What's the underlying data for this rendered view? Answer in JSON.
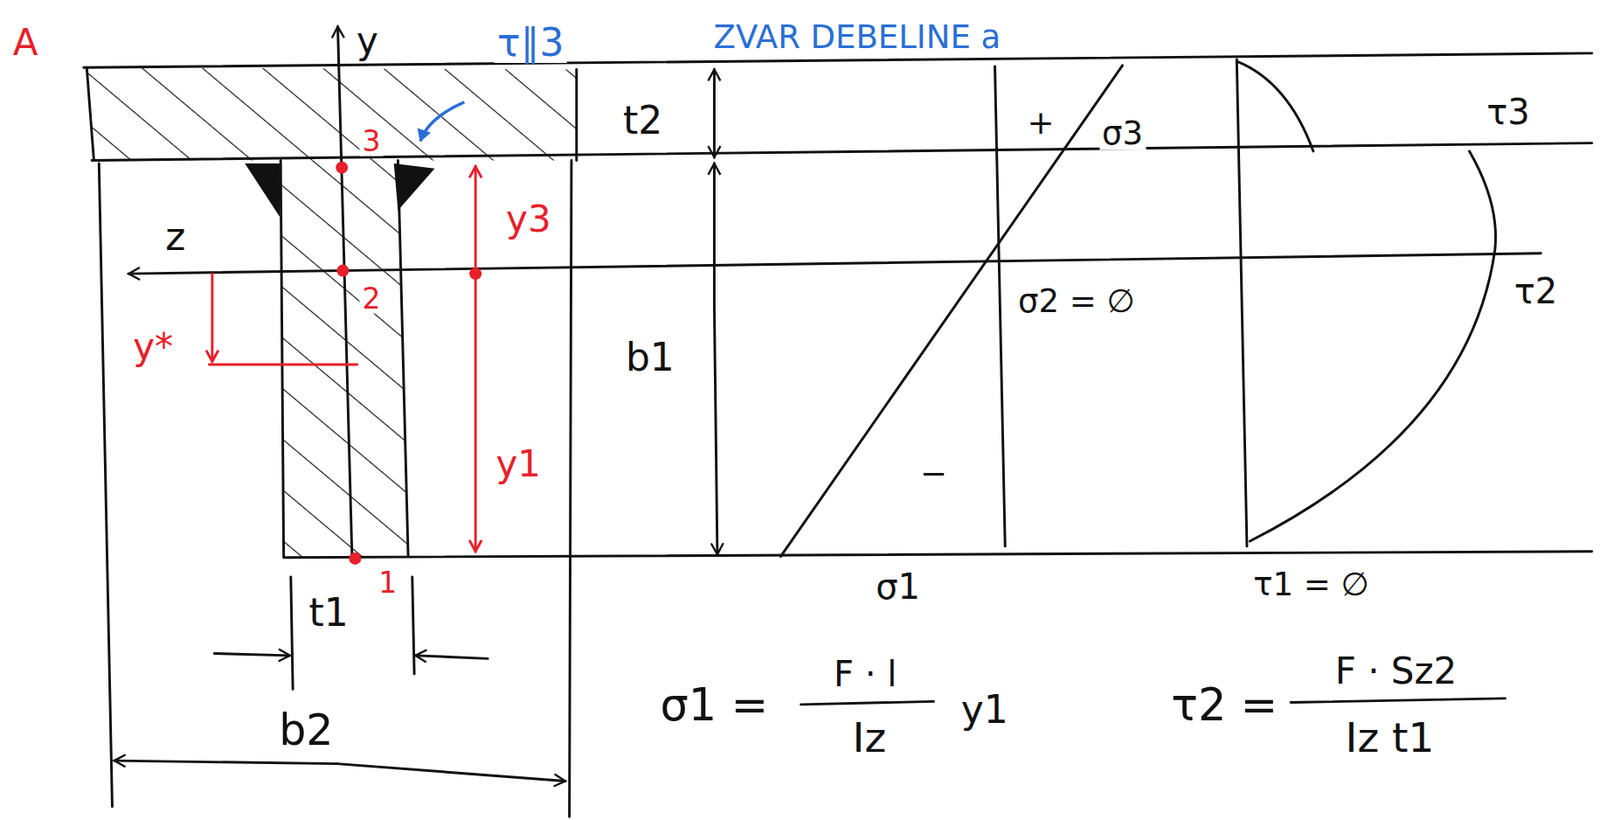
{
  "diagram": {
    "labels": [
      "A",
      "y",
      "τ∥3",
      "ZVAR DEBELINE a",
      "3",
      "2",
      "1",
      "z",
      "y*",
      "y3",
      "y1",
      "t2",
      "b1",
      "t1",
      "b2",
      "+",
      "σ3",
      "σ2 = ∅",
      "−",
      "σ1",
      "τ3",
      "τ2",
      "τ1 = ∅",
      "σ1 =",
      "F · l",
      "Iz",
      "y1",
      "τ2 =",
      "F · Sz2",
      "Iz t1"
    ]
  }
}
